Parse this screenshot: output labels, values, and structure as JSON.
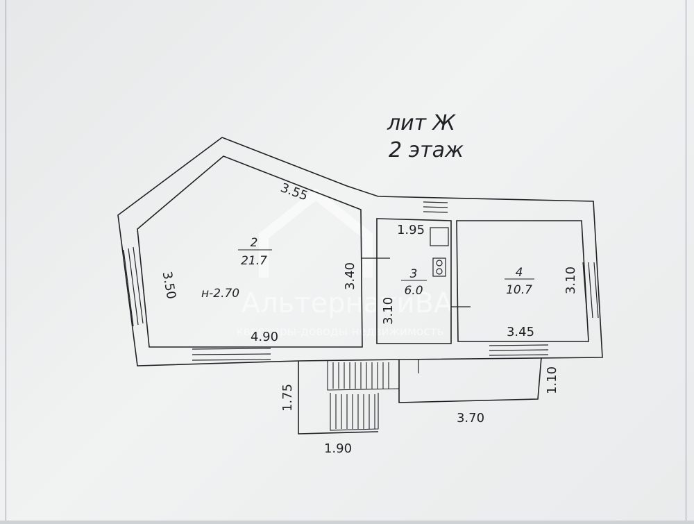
{
  "header": {
    "line1": "лит Ж",
    "line2": "2 этаж"
  },
  "rooms": [
    {
      "id": "2",
      "number": "2",
      "area": "21.7",
      "height": "н-2.70"
    },
    {
      "id": "3",
      "number": "3",
      "area": "6.0"
    },
    {
      "id": "4",
      "number": "4",
      "area": "10.7"
    }
  ],
  "dimensions": {
    "room2_top": "3.55",
    "room2_left": "3.50",
    "room2_bottom": "4.90",
    "room2_right": "3.40",
    "room3_top": "1.95",
    "room3_left": "3.10",
    "room4_right": "3.10",
    "room4_bottom": "3.45",
    "terrace_right": "1.10",
    "terrace_bottom": "3.70",
    "stair_left": "1.75",
    "stair_bottom": "1.90"
  },
  "watermark": {
    "brand": "АльтернатиВА",
    "tagline": "квартиры-доводы недвижимость"
  },
  "colors": {
    "ink": "#1f2124",
    "paper": "#eceeef",
    "watermark": "#ffffff"
  }
}
